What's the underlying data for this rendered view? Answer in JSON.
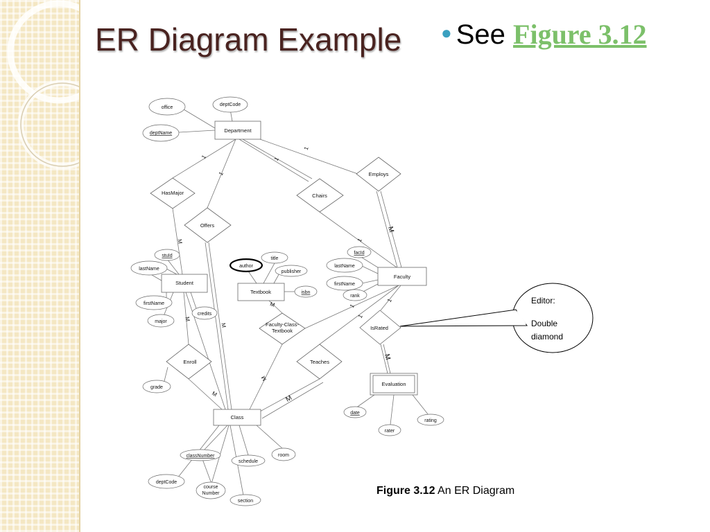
{
  "slide": {
    "title": "ER Diagram Example",
    "bullet_prefix": "See",
    "bullet_link": "Figure 3.12"
  },
  "caption": {
    "label": "Figure 3.12",
    "text": "An ER Diagram"
  },
  "callout": {
    "line1": "Editor:",
    "line2": "Double",
    "line3": "diamond"
  },
  "entities": {
    "department": "Department",
    "student": "Student",
    "textbook": "Textbook",
    "faculty": "Faculty",
    "class": "Class",
    "evaluation": "Evaluation"
  },
  "relationships": {
    "hasmajor": "HasMajor",
    "offers": "Offers",
    "chairs": "Chairs",
    "employs": "Employs",
    "enroll": "Enroll",
    "fct1": "Faculty-Class-",
    "fct2": "Textbook",
    "teaches": "Teaches",
    "israted": "IsRated"
  },
  "attributes": {
    "office": "office",
    "deptcode": "deptCode",
    "deptname": "deptName",
    "stuid": "stuId",
    "lastname_s": "lastName",
    "firstname_s": "firstName",
    "major": "major",
    "credits": "credits",
    "title": "title",
    "author": "author",
    "publisher": "publisher",
    "isbn": "isbn",
    "facid": "facId",
    "lastname_f": "lastName",
    "firstname_f": "firstName",
    "rank": "rank",
    "grade": "grade",
    "date": "date",
    "rating": "rating",
    "rater": "rater",
    "classnumber": "classNumber",
    "room": "room",
    "schedule": "schedule",
    "deptcode_c": "deptCode",
    "course1": "course",
    "course2": "Number",
    "section": "section"
  },
  "cardinality": {
    "one": "1",
    "many": "M"
  }
}
